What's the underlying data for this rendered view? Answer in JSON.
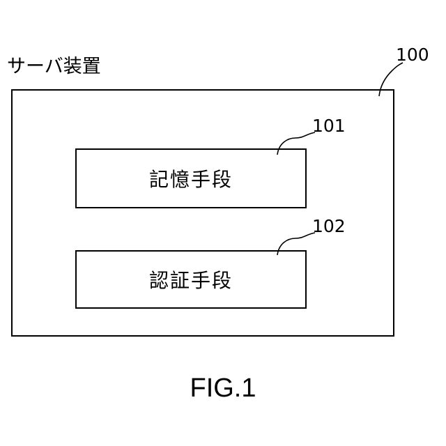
{
  "server": {
    "label": "サーバ装置",
    "ref": "100"
  },
  "components": [
    {
      "label": "記憶手段",
      "ref": "101"
    },
    {
      "label": "認証手段",
      "ref": "102"
    }
  ],
  "caption": "FIG.1"
}
